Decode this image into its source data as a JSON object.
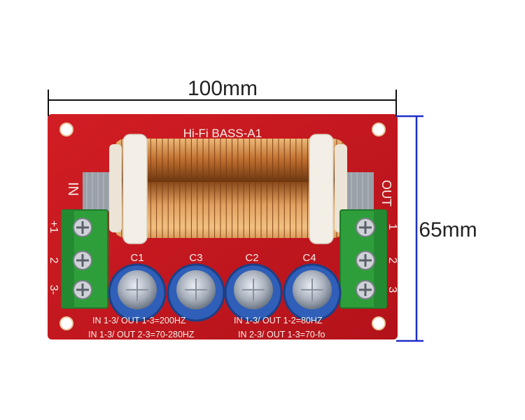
{
  "dimensions": {
    "width_label": "100mm",
    "height_label": "65mm"
  },
  "board": {
    "title": "Hi-Fi BASS-A1",
    "input_label": "IN",
    "output_label": "OUT",
    "input_pins": [
      "+1",
      "2",
      "3-"
    ],
    "output_pins": [
      "1",
      "2",
      "3"
    ],
    "capacitors": [
      "C1",
      "C3",
      "C2",
      "C4"
    ],
    "notes": {
      "top_left": "IN 1-3/ OUT 1-3=200HZ",
      "bottom_left": "IN 1-3/ OUT 2-3=70-280HZ",
      "top_right": "IN 1-3/ OUT 1-2=80HZ",
      "bottom_right": "IN 2-3/ OUT 1-3=70-fo"
    }
  },
  "colors": {
    "pcb": "#c8161d",
    "copper": "#c8732e",
    "terminal": "#2e9e3a",
    "capacitor": "#2f5fb8",
    "dimension_line_top": "#111111",
    "dimension_line_side": "#1f2fc8"
  }
}
